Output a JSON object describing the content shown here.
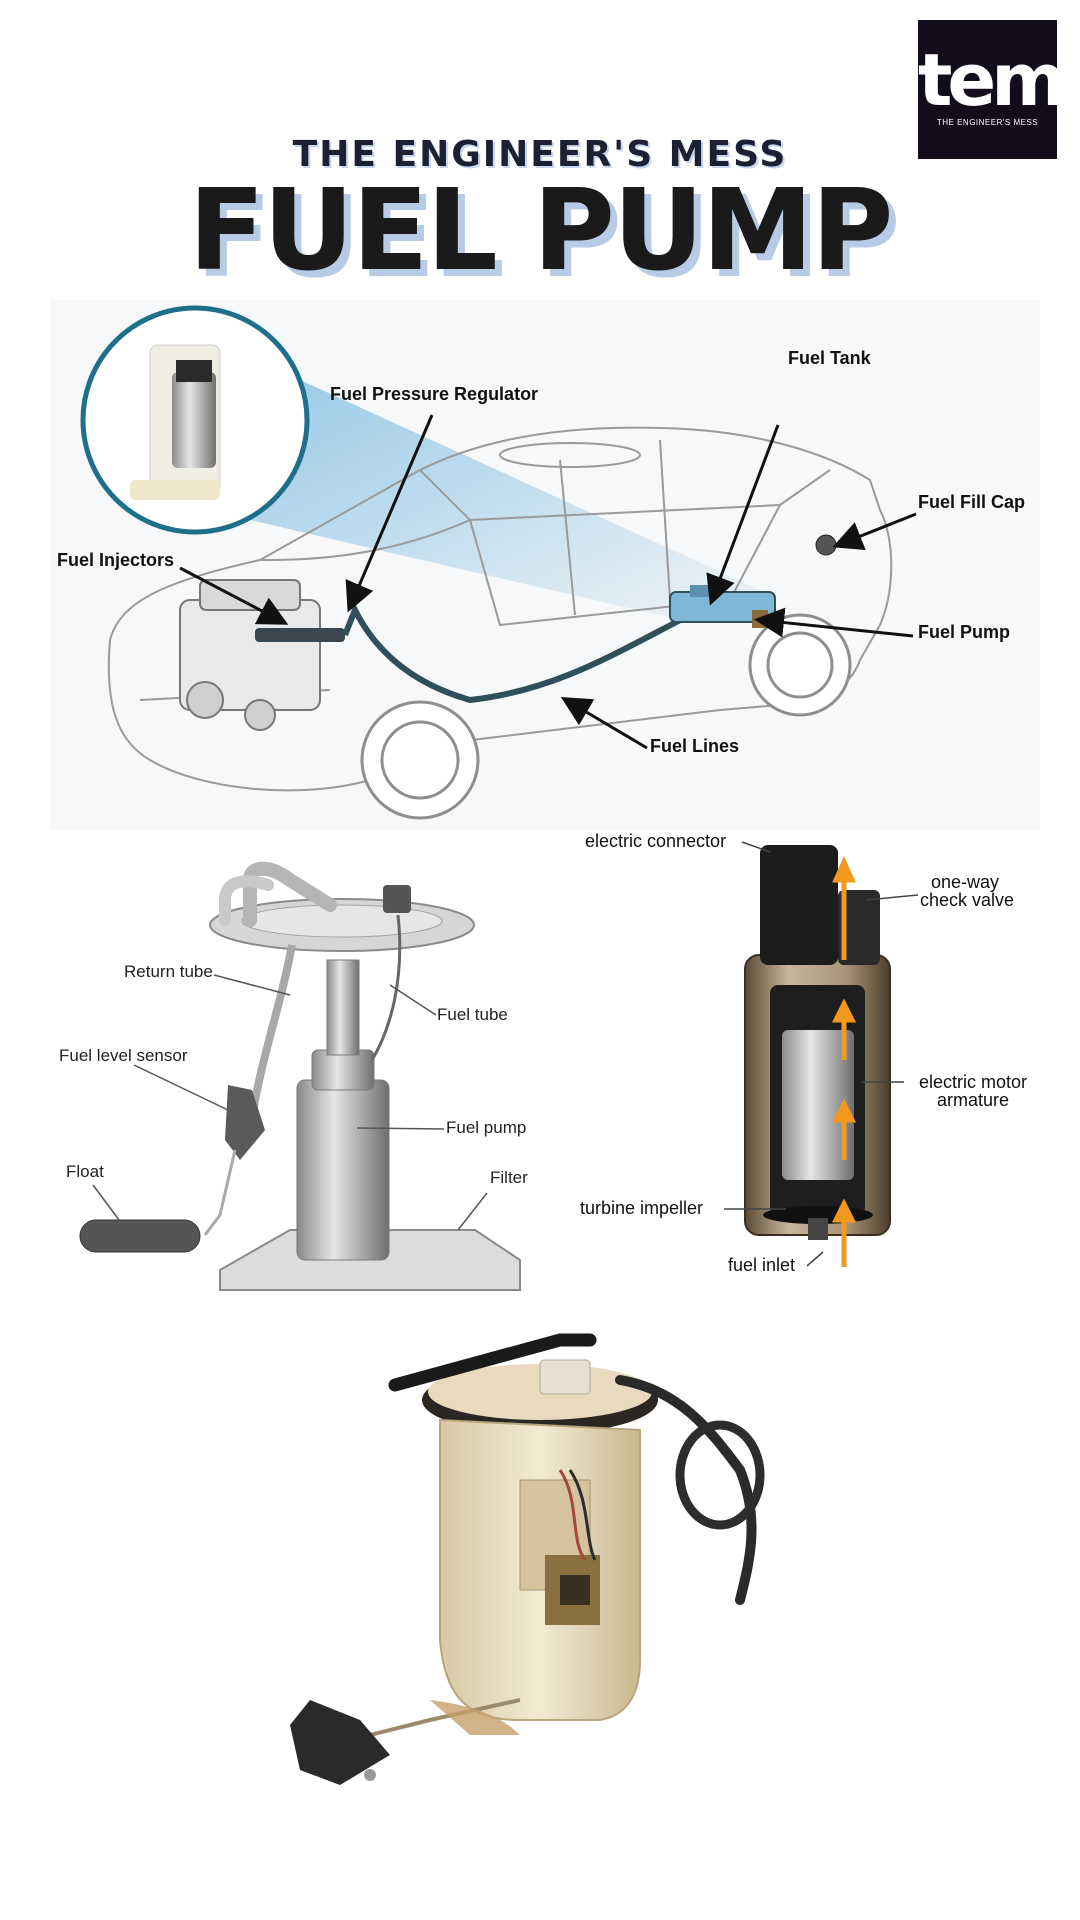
{
  "logo": {
    "mark": "tem",
    "tagline": "THE ENGINEER'S MESS"
  },
  "header": {
    "kicker": "THE ENGINEER'S MESS",
    "title": "FUEL PUMP"
  },
  "car_diagram": {
    "labels": {
      "fuel_tank": "Fuel Tank",
      "fuel_pressure_regulator": "Fuel Pressure Regulator",
      "fuel_fill_cap": "Fuel Fill Cap",
      "fuel_injectors": "Fuel Injectors",
      "fuel_pump": "Fuel Pump",
      "fuel_lines": "Fuel Lines"
    }
  },
  "module_diagram": {
    "labels": {
      "return_tube": "Return tube",
      "fuel_tube": "Fuel tube",
      "fuel_level_sensor": "Fuel level sensor",
      "fuel_pump": "Fuel pump",
      "float": "Float",
      "filter": "Filter"
    }
  },
  "cutaway_diagram": {
    "labels": {
      "electric_connector": "electric connector",
      "check_valve_line1": "one-way",
      "check_valve_line2": "check valve",
      "motor_line1": "electric motor",
      "motor_line2": "armature",
      "turbine_impeller": "turbine impeller",
      "fuel_inlet": "fuel inlet"
    }
  },
  "colors": {
    "accent_blue": "#4da3d8",
    "flow_orange": "#f39a1e",
    "logo_bg": "#120c1c",
    "title_shadow": "#b7cbe7"
  },
  "icons": [
    "arrow-icon",
    "fuel-pump-icon"
  ]
}
